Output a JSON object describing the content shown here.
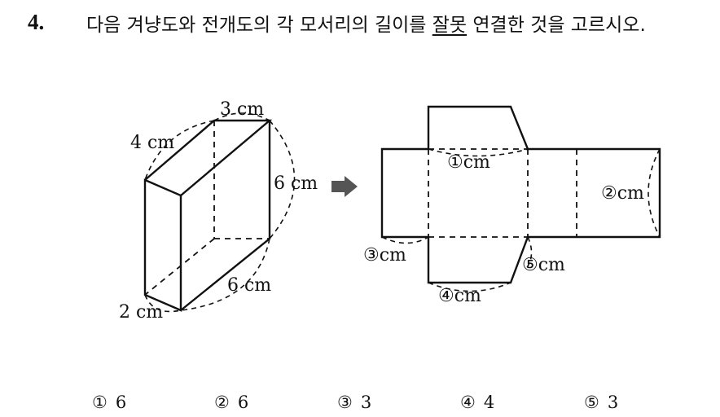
{
  "question": {
    "number": "4.",
    "text_before": "다음 겨냥도와 전개도의 각 모서리의 길이를 ",
    "text_underlined": "잘못",
    "text_after": " 연결한 것을 고르시오."
  },
  "figure": {
    "cuboid_labels": {
      "top_edge": "3 cm",
      "left_edge": "4 cm",
      "right_edge": "6 cm",
      "bottom_edge": "6 cm",
      "front_edge": "2 cm"
    },
    "net_labels": {
      "label_1": "①cm",
      "label_2": "②cm",
      "label_3": "③cm",
      "label_4": "④cm",
      "label_5": "⑤cm"
    }
  },
  "choices": [
    {
      "mark": "①",
      "value": "6"
    },
    {
      "mark": "②",
      "value": "6"
    },
    {
      "mark": "③",
      "value": "3"
    },
    {
      "mark": "④",
      "value": "4"
    },
    {
      "mark": "⑤",
      "value": "3"
    }
  ]
}
